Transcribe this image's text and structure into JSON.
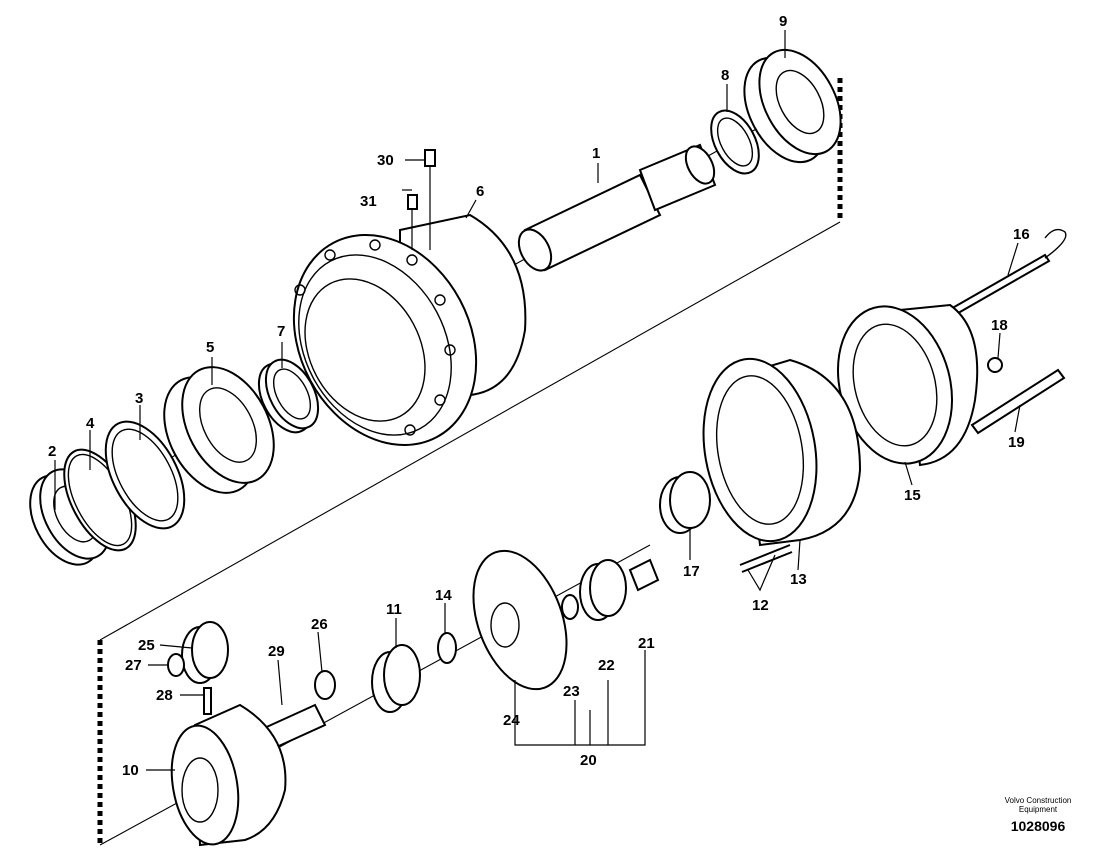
{
  "callouts": [
    "1",
    "2",
    "3",
    "4",
    "5",
    "6",
    "7",
    "8",
    "9",
    "10",
    "11",
    "12",
    "13",
    "14",
    "15",
    "16",
    "17",
    "18",
    "19",
    "20",
    "21",
    "22",
    "23",
    "24",
    "25",
    "26",
    "27",
    "28",
    "29",
    "30",
    "31"
  ],
  "credit": {
    "company_line1": "Volvo Construction",
    "company_line2": "Equipment",
    "drawing_number": "1028096"
  },
  "colors": {
    "ink": "#000000",
    "paper": "#ffffff"
  }
}
